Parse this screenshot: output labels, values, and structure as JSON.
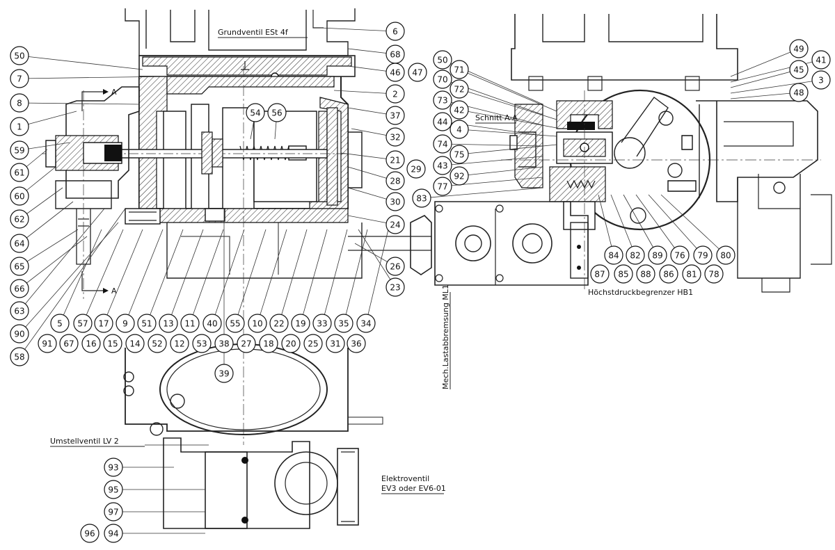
{
  "labels": {
    "grundventil": "Grundventil  ESt 4f",
    "schnitt": "Schnitt A-A",
    "hochstdruck": "Höchstdruckbegrenzer  HB1",
    "mech_last": "Mech.Lastabbremsung ML1",
    "umstellventil": "Umstellventil  LV 2",
    "elektro_1": "Elektroventil",
    "elektro_2": "EV3  oder EV6-01",
    "section_a": "A"
  },
  "callouts": {
    "left_column": [
      "50",
      "7",
      "8",
      "1",
      "59",
      "61",
      "60",
      "62",
      "64",
      "65",
      "66",
      "63",
      "90",
      "58"
    ],
    "top_right_main": [
      "6",
      "68",
      "46",
      "47",
      "2",
      "37",
      "32",
      "21",
      "29",
      "28",
      "30",
      "24",
      "26",
      "23"
    ],
    "upper_row": [
      "5",
      "57",
      "17",
      "9",
      "51",
      "13",
      "11",
      "40",
      "55",
      "10",
      "22",
      "19",
      "33",
      "35",
      "34"
    ],
    "lower_row": [
      "91",
      "67",
      "16",
      "15",
      "14",
      "52",
      "12",
      "53",
      "38",
      "27",
      "18",
      "20",
      "25",
      "31",
      "36"
    ],
    "center": [
      "54",
      "56",
      "39"
    ],
    "schnitt_left": [
      "50",
      "70",
      "73",
      "44",
      "74",
      "43",
      "92",
      "77",
      "83"
    ],
    "schnitt_mid": [
      "71",
      "72",
      "42",
      "4",
      "75"
    ],
    "hb1_right": [
      "49",
      "41",
      "45",
      "3",
      "48"
    ],
    "hb1_bottom_row1": [
      "84",
      "82",
      "89",
      "76",
      "79",
      "80"
    ],
    "hb1_bottom_row2": [
      "87",
      "85",
      "88",
      "86",
      "81",
      "78"
    ],
    "bottom_left": [
      "93",
      "95",
      "97",
      "96",
      "94"
    ]
  }
}
